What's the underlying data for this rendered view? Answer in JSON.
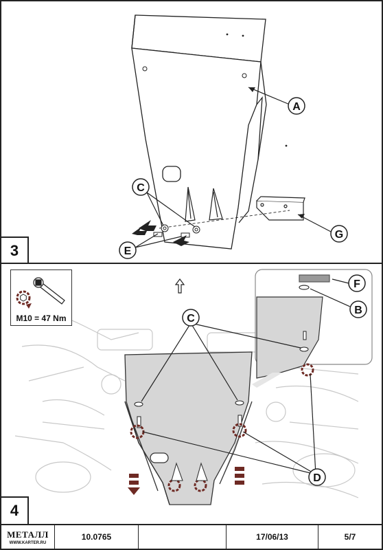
{
  "panels": {
    "top": {
      "number": "3",
      "callouts": {
        "a": "A",
        "c": "C",
        "e": "E",
        "g": "G"
      }
    },
    "bottom": {
      "number": "4",
      "callouts": {
        "c": "C",
        "d": "D",
        "f": "F",
        "b": "B"
      }
    }
  },
  "torque": {
    "label": "M10 = 47 Nm",
    "icon": "ratchet-wrench-icon"
  },
  "footer": {
    "logo_text": "МЕТАЛЛ",
    "logo_site": "WWW.KARTER.RU",
    "part_number": "10.0765",
    "blank": "",
    "date": "17/06/13",
    "page": "5/7"
  }
}
